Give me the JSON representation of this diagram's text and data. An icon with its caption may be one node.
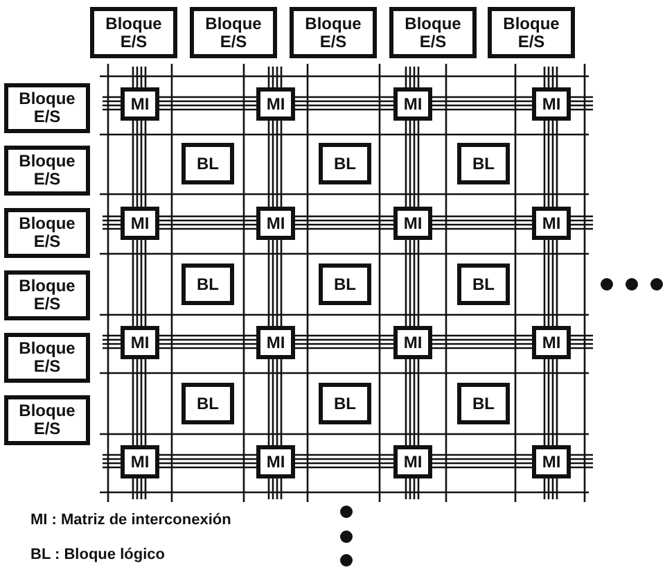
{
  "diagram": {
    "nodes": [
      {
        "text": [
          "Bloque E/S"
        ]
      },
      {
        "text": [
          "Bloque E/S"
        ]
      },
      {
        "text": [
          "Bloque E/S"
        ]
      },
      {
        "text": [
          "Bloque E/S"
        ]
      },
      {
        "text": [
          "Bloque E/S"
        ]
      },
      {
        "text": [
          "Bloque E/S"
        ]
      },
      {
        "text": [
          "MI"
        ]
      },
      {
        "text": [
          "MI"
        ]
      },
      {
        "text": [
          "MI"
        ]
      },
      {
        "text": [
          "MI"
        ]
      },
      {
        "text": [
          "Bloque E/S"
        ]
      },
      {
        "text": [
          "BL"
        ]
      },
      {
        "text": [
          "BL"
        ]
      },
      {
        "text": [
          "BL"
        ]
      },
      {
        "text": [
          "Bloque E/S"
        ]
      },
      {
        "text": [
          "MI"
        ]
      },
      {
        "text": [
          "MI"
        ]
      },
      {
        "text": [
          "MI"
        ]
      },
      {
        "text": [
          "MI"
        ]
      },
      {
        "text": [
          "Bloque E/S"
        ]
      },
      {
        "text": [
          "BL"
        ]
      },
      {
        "text": [
          "BL"
        ]
      },
      {
        "text": [
          "BL"
        ]
      },
      {
        "text": [
          "Bloque E/S"
        ]
      },
      {
        "text": [
          "MI"
        ]
      },
      {
        "text": [
          "MI"
        ]
      },
      {
        "text": [
          "MI"
        ]
      },
      {
        "text": [
          "MI"
        ]
      },
      {
        "text": [
          "Bloque E/S"
        ]
      },
      {
        "text": [
          "BL"
        ]
      },
      {
        "text": [
          "BL"
        ]
      },
      {
        "text": [
          "BL"
        ]
      },
      {
        "text": [
          "MI"
        ]
      },
      {
        "text": [
          "MI"
        ]
      },
      {
        "text": [
          "MI"
        ]
      },
      {
        "text": [
          "MI"
        ]
      }
    ],
    "labels": [
      "MI : Matriz de interconexión",
      "BL : Bloque lógico"
    ]
  }
}
